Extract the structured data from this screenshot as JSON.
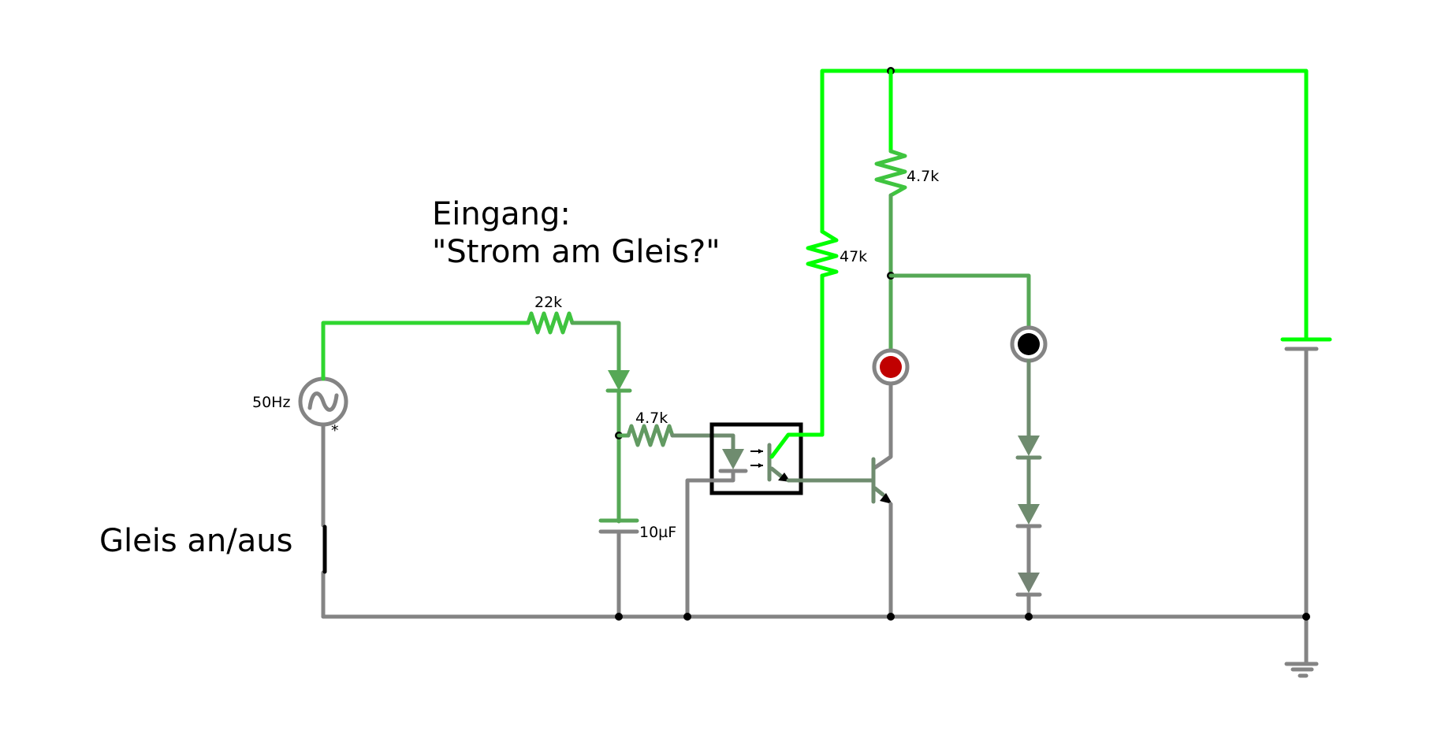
{
  "title_line1": "Eingang:",
  "title_line2": "\"Strom am Gleis?\"",
  "switch_label": "Gleis an/aus",
  "components": {
    "ac_source": {
      "label": "50Hz",
      "marker": "*"
    },
    "r_input": {
      "label": "22k"
    },
    "r_opto": {
      "label": "4.7k"
    },
    "cap": {
      "label": "10µF"
    },
    "r_pullup_opto": {
      "label": "47k"
    },
    "r_collector": {
      "label": "4.7k"
    }
  },
  "colors": {
    "wire_high": "#00ff00",
    "wire_mid": "#2fd62f",
    "wire_green": "#56a856",
    "wire_grey_green": "#6f8c6f",
    "wire_ground": "#848484",
    "led_red": "#c00000",
    "led_black": "#000000",
    "node": "#000000"
  }
}
